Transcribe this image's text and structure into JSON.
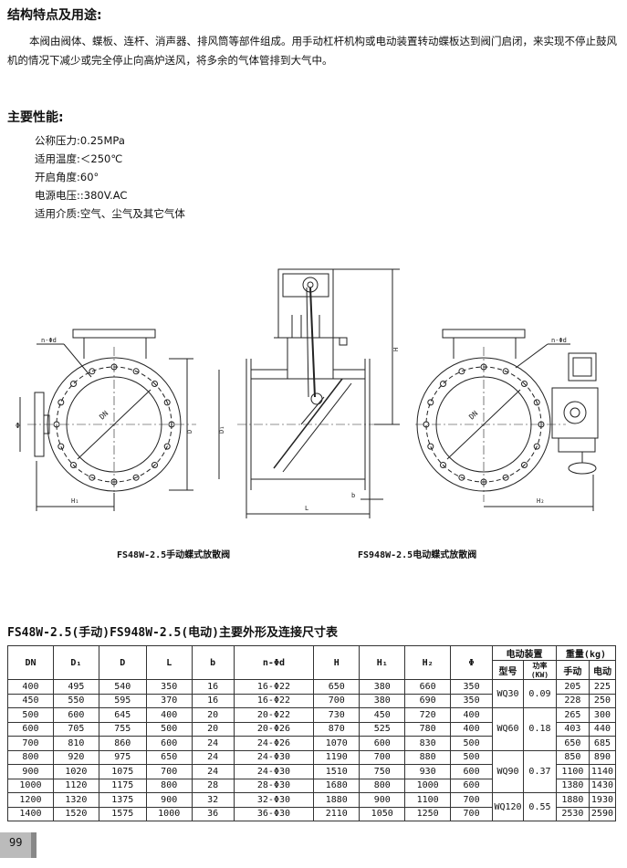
{
  "section1": {
    "title": "结构特点及用途:",
    "body": "本阀由阀体、蝶板、连杆、消声器、排风筒等部件组成。用手动杠杆机构或电动装置转动蝶板达到阀门启闭，来实现不停止鼓风机的情况下减少或完全停止向高炉送风，将多余的气体管排到大气中。"
  },
  "section2": {
    "title": "主要性能:",
    "specs": [
      "公称压力:0.25MPa",
      "适用温度:＜250℃",
      "开启角度:60°",
      "电源电压::380V.AC",
      "适用介质:空气、尘气及其它气体"
    ]
  },
  "drawing": {
    "labels": {
      "nphid": "n-Φd",
      "phi": "Φ",
      "dn": "DN",
      "h1": "H₁",
      "d": "D",
      "d1": "D₁",
      "h": "H",
      "l": "L",
      "b": "b",
      "h2": "H₂"
    },
    "caption_left": "FS48W-2.5手动蝶式放散阀",
    "caption_right": "FS948W-2.5电动蝶式放散阀"
  },
  "table": {
    "title": "FS48W-2.5(手动)FS948W-2.5(电动)主要外形及连接尺寸表",
    "headers": {
      "dn": "DN",
      "d1": "D₁",
      "d": "D",
      "l": "L",
      "b": "b",
      "nphid": "n-Φd",
      "h": "H",
      "h1": "H₁",
      "h2": "H₂",
      "phi": "Φ",
      "electric": "电动装置",
      "model": "型号",
      "power": "功率(KW)",
      "weight": "重量(kg)",
      "manual": "手动",
      "electric_w": "电动"
    },
    "rows": [
      {
        "dn": "400",
        "d1": "495",
        "d": "540",
        "l": "350",
        "b": "16",
        "nphid": "16-Φ22",
        "h": "650",
        "h1": "380",
        "h2": "660",
        "phi": "350",
        "w_m": "205",
        "w_e": "225"
      },
      {
        "dn": "450",
        "d1": "550",
        "d": "595",
        "l": "370",
        "b": "16",
        "nphid": "16-Φ22",
        "h": "700",
        "h1": "380",
        "h2": "690",
        "phi": "350",
        "w_m": "228",
        "w_e": "250"
      },
      {
        "dn": "500",
        "d1": "600",
        "d": "645",
        "l": "400",
        "b": "20",
        "nphid": "20-Φ22",
        "h": "730",
        "h1": "450",
        "h2": "720",
        "phi": "400",
        "w_m": "265",
        "w_e": "300"
      },
      {
        "dn": "600",
        "d1": "705",
        "d": "755",
        "l": "500",
        "b": "20",
        "nphid": "20-Φ26",
        "h": "870",
        "h1": "525",
        "h2": "780",
        "phi": "400",
        "w_m": "403",
        "w_e": "440"
      },
      {
        "dn": "700",
        "d1": "810",
        "d": "860",
        "l": "600",
        "b": "24",
        "nphid": "24-Φ26",
        "h": "1070",
        "h1": "600",
        "h2": "830",
        "phi": "500",
        "w_m": "650",
        "w_e": "685"
      },
      {
        "dn": "800",
        "d1": "920",
        "d": "975",
        "l": "650",
        "b": "24",
        "nphid": "24-Φ30",
        "h": "1190",
        "h1": "700",
        "h2": "880",
        "phi": "500",
        "w_m": "850",
        "w_e": "890"
      },
      {
        "dn": "900",
        "d1": "1020",
        "d": "1075",
        "l": "700",
        "b": "24",
        "nphid": "24-Φ30",
        "h": "1510",
        "h1": "750",
        "h2": "930",
        "phi": "600",
        "w_m": "1100",
        "w_e": "1140"
      },
      {
        "dn": "1000",
        "d1": "1120",
        "d": "1175",
        "l": "800",
        "b": "28",
        "nphid": "28-Φ30",
        "h": "1680",
        "h1": "800",
        "h2": "1000",
        "phi": "600",
        "w_m": "1380",
        "w_e": "1430"
      },
      {
        "dn": "1200",
        "d1": "1320",
        "d": "1375",
        "l": "900",
        "b": "32",
        "nphid": "32-Φ30",
        "h": "1880",
        "h1": "900",
        "h2": "1100",
        "phi": "700",
        "w_m": "1880",
        "w_e": "1930"
      },
      {
        "dn": "1400",
        "d1": "1520",
        "d": "1575",
        "l": "1000",
        "b": "36",
        "nphid": "36-Φ30",
        "h": "2110",
        "h1": "1050",
        "h2": "1250",
        "phi": "700",
        "w_m": "2530",
        "w_e": "2590"
      }
    ],
    "electric_groups": [
      {
        "model": "WQ30",
        "power": "0.09"
      },
      {
        "model": "WQ60",
        "power": "0.18"
      },
      {
        "model": "WQ90",
        "power": "0.37"
      },
      {
        "model": "WQ120",
        "power": "0.55"
      }
    ]
  },
  "page_number": "99"
}
